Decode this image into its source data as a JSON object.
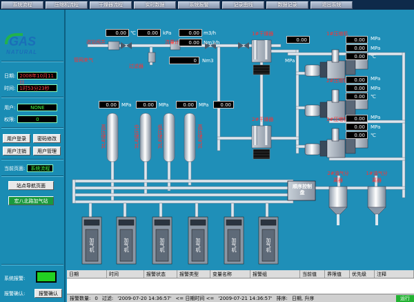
{
  "menu": [
    "系统流程",
    "压缩机流程",
    "干燥器流程",
    "实时数据",
    "系统报警",
    "记录曲线",
    "数据记录",
    "退出系统"
  ],
  "logo": {
    "top": "GAS",
    "bottom": "NATURAL"
  },
  "sidebar": {
    "date_label": "日期:",
    "date_value": "2008年10月11日",
    "time_label": "时间:",
    "time_value": "1时53分23秒",
    "user_label": "用户:",
    "user_value": "NONE",
    "perm_label": "权限:",
    "perm_value": "0",
    "login": "用户登录",
    "change_pwd": "密码修改",
    "logout": "用户注销",
    "user_mgmt": "用户管理",
    "current_page_label": "当前页面:",
    "current_page_value": "系统流程",
    "nav_page": "站点导航页面",
    "station": "宏八北路加气站",
    "alarm_label": "系统报警:",
    "alarm_ack_label": "报警确认:",
    "alarm_ack_btn": "报警确认",
    "alarm_lamp_color": "#22d022"
  },
  "process": {
    "inlet_label": "进站阀井",
    "meter_label": "流量计",
    "filter_label": "过滤器",
    "pipe_label": "管网来气",
    "temp": {
      "value": "0.00",
      "unit": "℃"
    },
    "press": {
      "value": "0.00",
      "unit": "kPa"
    },
    "flow_inst": {
      "value": "0.00",
      "unit": "m3/h"
    },
    "flow_std": {
      "value": "0.00",
      "unit": "Nm3/h"
    },
    "flow_total": {
      "value": "0",
      "unit": "Nm3"
    },
    "dryer1": "1#干燥器",
    "dryer2": "2#干燥器",
    "dryer_inlet": {
      "value": "0.00",
      "unit": "MPa"
    },
    "comp1": {
      "name": "1#压缩机",
      "p1": "0.00",
      "p2": "0.00",
      "t": "0.00"
    },
    "comp2": {
      "name": "2#压缩机",
      "p1": "0.00",
      "p2": "0.00",
      "t": "0.00"
    },
    "comp3": {
      "name": "3#压缩机",
      "p1": "0.00",
      "p2": "0.00",
      "t": "0.00"
    },
    "mpa": "MPa",
    "degc": "℃",
    "wells": [
      {
        "name": "高压储气井",
        "value": "0.00"
      },
      {
        "name": "中压储气井",
        "value": "0.00"
      },
      {
        "name": "低压储气井",
        "value": "0.00"
      },
      {
        "name": "高压储气井",
        "value": "0.00"
      }
    ],
    "seq_panel": "顺序控制盘",
    "sep2": "2#油气分离器",
    "sep1": "1#油气分离器",
    "dispenser": "加气机"
  },
  "alarm_table": {
    "columns": [
      "日期",
      "时间",
      "报警状态",
      "报警类型",
      "变量名称",
      "报警组",
      "当前值",
      "界限值",
      "优先级",
      "注释"
    ]
  },
  "statusbar": {
    "count_label": "报警数量:",
    "count": "0",
    "filter_label": "过滤:",
    "from": "'2009-07-20 14:36:57'",
    "op1": "<= 日期时间 <=",
    "to": "'2009-07-21 14:36:57'",
    "sort_label": "排序:",
    "sort": "日期, 升序",
    "run": "运行"
  }
}
